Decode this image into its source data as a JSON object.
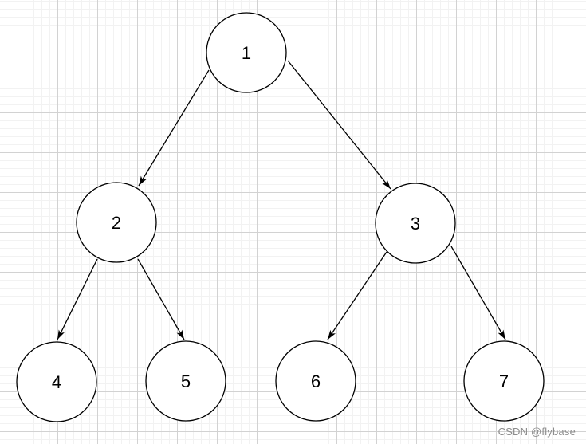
{
  "canvas": {
    "background_color": "#ffffff",
    "grid_minor_color": "#f2f2f2",
    "grid_major_color": "#d2d2d2"
  },
  "diagram": {
    "type": "binary-tree",
    "node_fill": "#ffffff",
    "node_stroke": "#000000",
    "nodes": [
      {
        "id": "1",
        "label": "1"
      },
      {
        "id": "2",
        "label": "2"
      },
      {
        "id": "3",
        "label": "3"
      },
      {
        "id": "4",
        "label": "4"
      },
      {
        "id": "5",
        "label": "5"
      },
      {
        "id": "6",
        "label": "6"
      },
      {
        "id": "7",
        "label": "7"
      }
    ],
    "edges": [
      {
        "from": "1",
        "to": "2"
      },
      {
        "from": "1",
        "to": "3"
      },
      {
        "from": "2",
        "to": "4"
      },
      {
        "from": "2",
        "to": "5"
      },
      {
        "from": "3",
        "to": "6"
      },
      {
        "from": "3",
        "to": "7"
      }
    ]
  },
  "watermark": {
    "text": "CSDN @flybase",
    "color": "#8c8c8c"
  }
}
